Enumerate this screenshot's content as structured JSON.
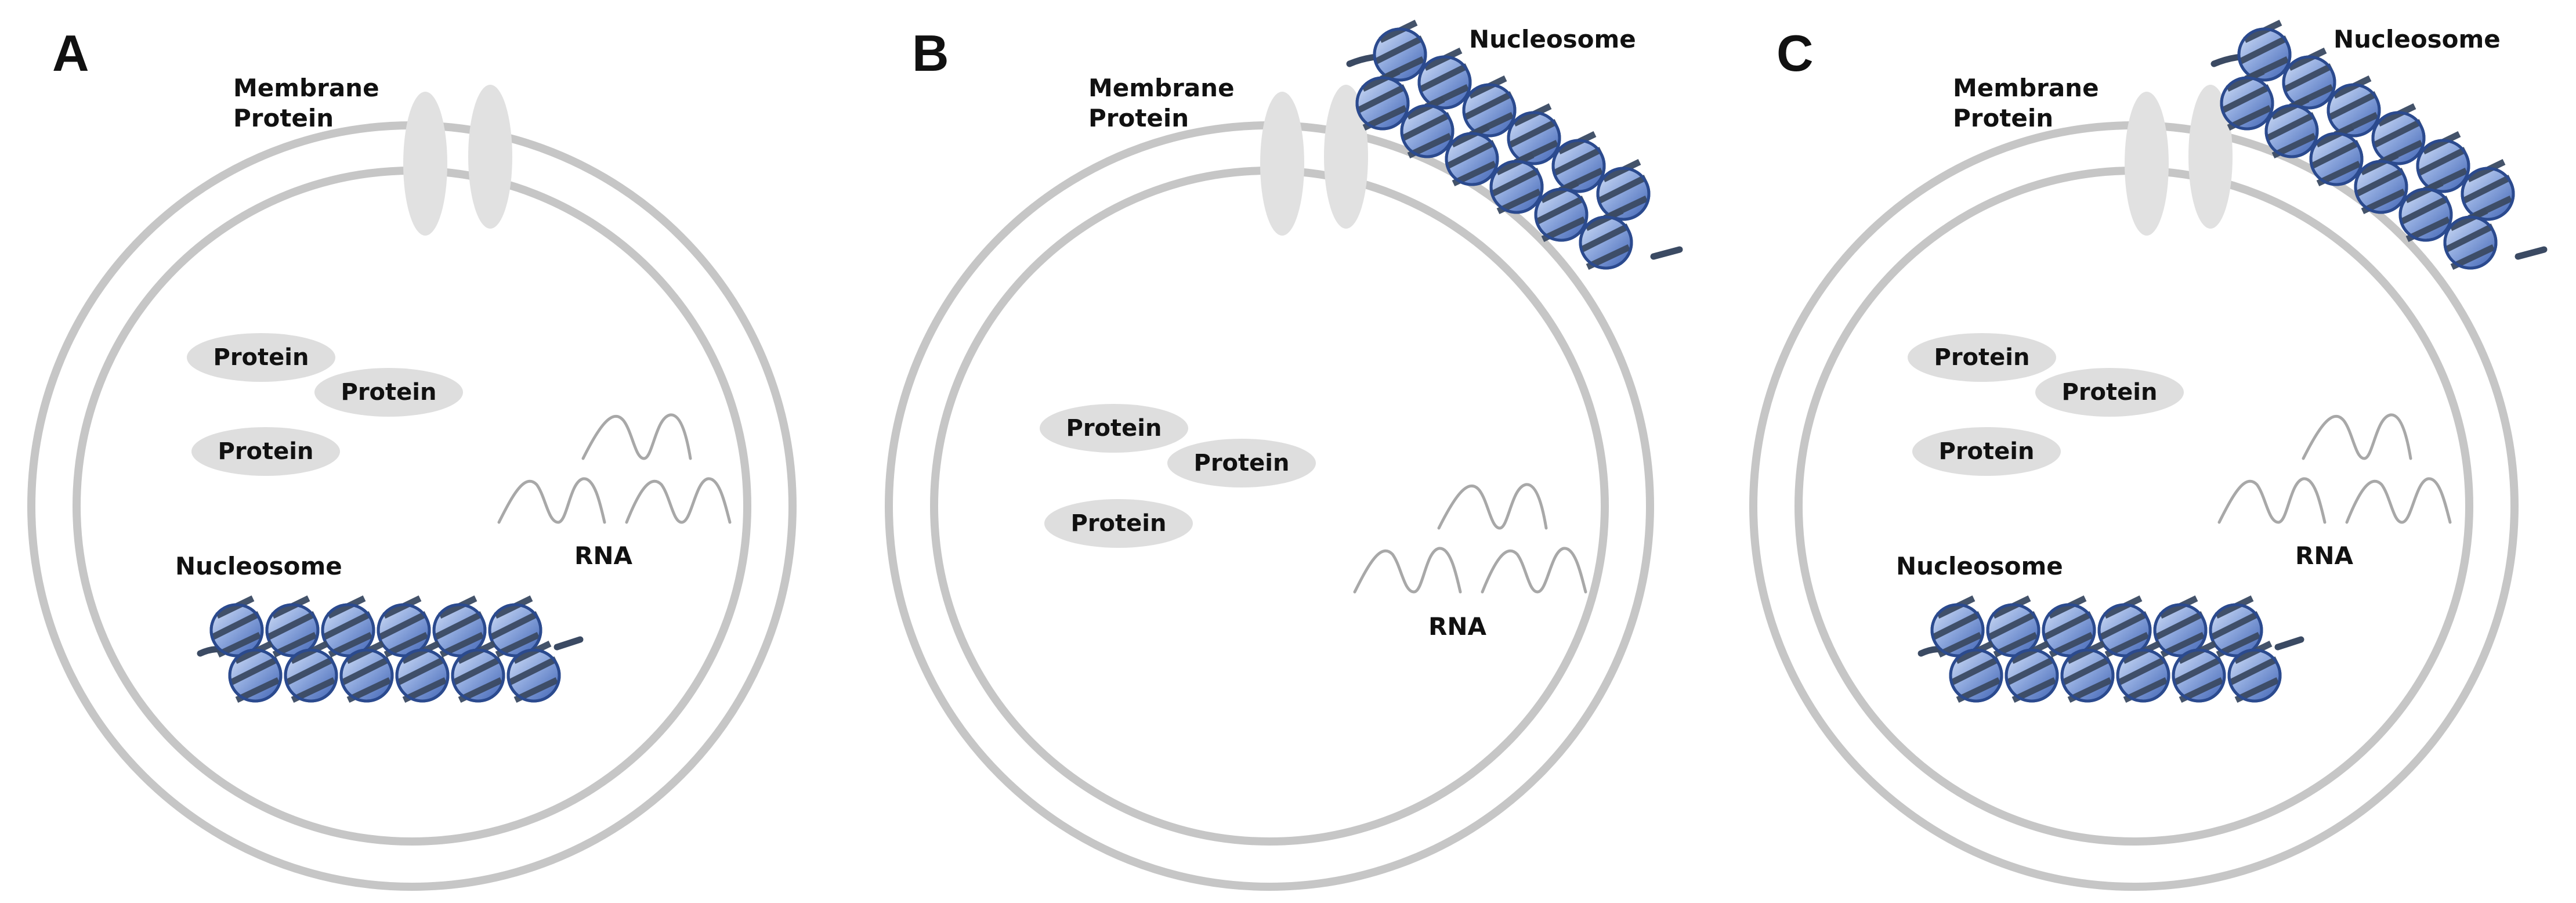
{
  "colors": {
    "membrane": "#c6c6c6",
    "channel": "#e1e1e1",
    "protein": "#dedede",
    "rna": "#a8a8a8",
    "nucleosome_light": "#cfdcf4",
    "nucleosome_dark": "#4b6fbe",
    "nucleosome_outline": "#2b4a8e",
    "dna_strand": "#3b4a63"
  },
  "panels": [
    {
      "letter": "A",
      "membrane_label": [
        "Membrane",
        "Protein"
      ],
      "protein_labels": [
        "Protein",
        "Protein",
        "Protein"
      ],
      "rna_label": "RNA",
      "nucleosome_label": "Nucleosome",
      "nucleosome_location": "inside nucleus"
    },
    {
      "letter": "B",
      "membrane_label": [
        "Membrane",
        "Protein"
      ],
      "protein_labels": [
        "Protein",
        "Protein",
        "Protein"
      ],
      "rna_label": "RNA",
      "nucleosome_label": "Nucleosome",
      "nucleosome_location": "outside nucleus"
    },
    {
      "letter": "C",
      "membrane_label": [
        "Membrane",
        "Protein"
      ],
      "protein_labels": [
        "Protein",
        "Protein",
        "Protein"
      ],
      "rna_label": "RNA",
      "nucleosome_label": "Nucleosome",
      "nucleosome_location": "inside and outside nucleus"
    }
  ]
}
